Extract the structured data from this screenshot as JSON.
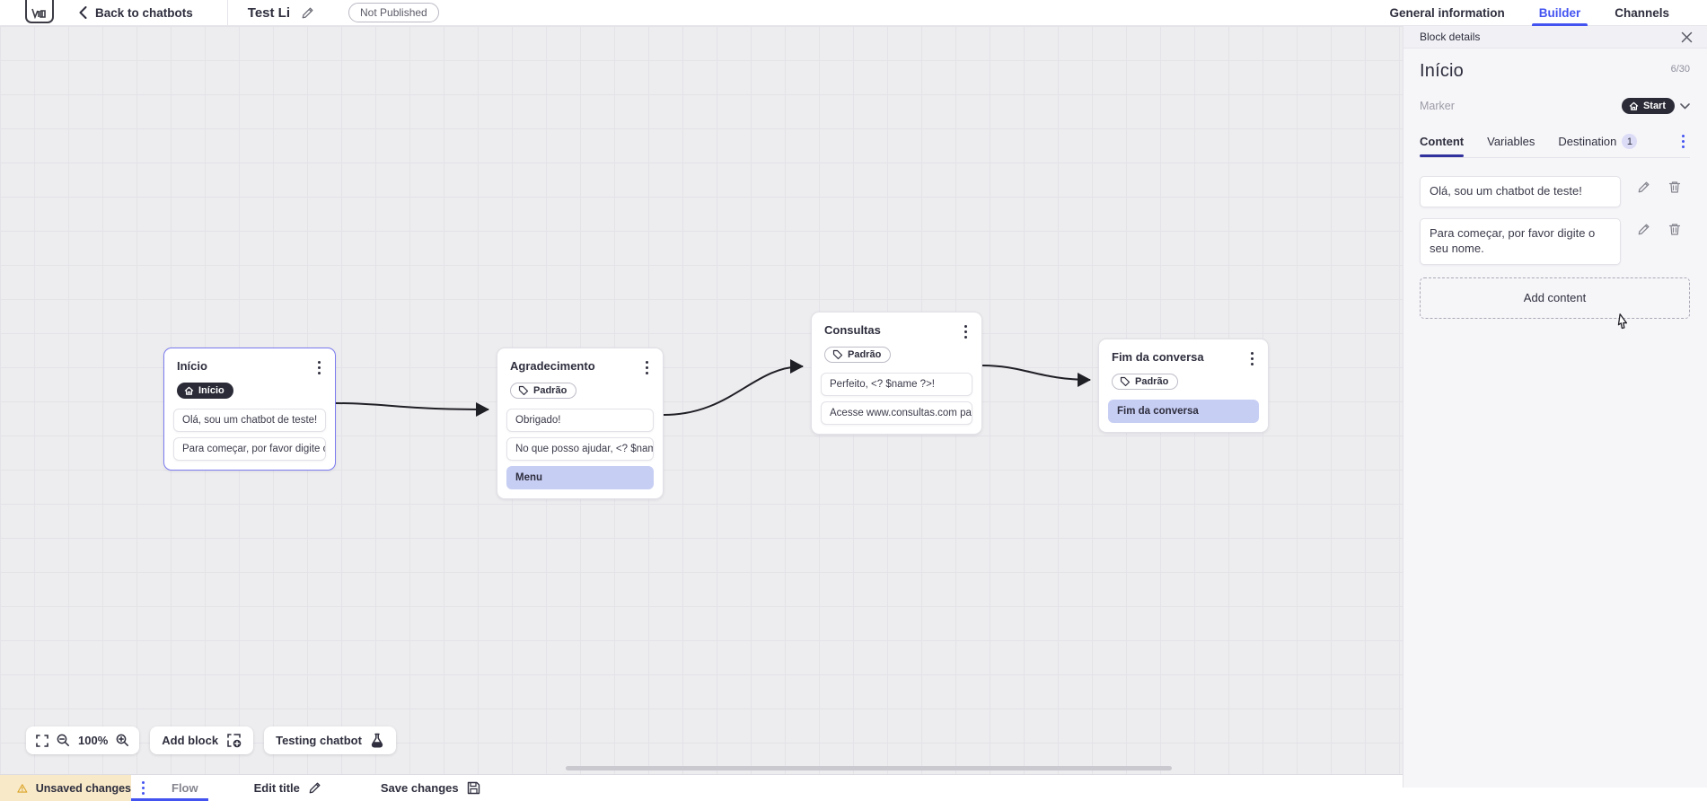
{
  "header": {
    "back_label": "Back to chatbots",
    "title": "Test Li",
    "status_badge": "Not Published",
    "tabs": [
      {
        "label": "General information",
        "active": false
      },
      {
        "label": "Builder",
        "active": true
      },
      {
        "label": "Channels",
        "active": false
      }
    ]
  },
  "canvas": {
    "zoom_level": "100%",
    "add_block_label": "Add block",
    "testing_label": "Testing chatbot",
    "nodes": [
      {
        "title": "Início",
        "badge": "Início",
        "badge_style": "start",
        "selected": true,
        "rows": [
          {
            "text": "Olá, sou um chatbot de teste!",
            "type": "message"
          },
          {
            "text": "Para começar, por favor digite o ...",
            "type": "message"
          }
        ]
      },
      {
        "title": "Agradecimento",
        "badge": "Padrão",
        "badge_style": "default",
        "selected": false,
        "rows": [
          {
            "text": "Obrigado!",
            "type": "message"
          },
          {
            "text": "No que posso ajudar, <? $name ...",
            "type": "message"
          },
          {
            "text": "Menu",
            "type": "button"
          }
        ]
      },
      {
        "title": "Consultas",
        "badge": "Padrão",
        "badge_style": "default",
        "selected": false,
        "rows": [
          {
            "text": "Perfeito, <? $name ?>!",
            "type": "message"
          },
          {
            "text": "Acesse www.consultas.com par...",
            "type": "message"
          }
        ]
      },
      {
        "title": "Fim da conversa",
        "badge": "Padrão",
        "badge_style": "default",
        "selected": false,
        "rows": [
          {
            "text": "Fim da conversa",
            "type": "button"
          }
        ]
      }
    ]
  },
  "panel": {
    "titlebar": "Block details",
    "block_name": "Início",
    "name_counter": "6/30",
    "marker_label": "Marker",
    "marker_value": "Start",
    "tabs": [
      {
        "label": "Content",
        "active": true
      },
      {
        "label": "Variables",
        "active": false
      },
      {
        "label": "Destination",
        "active": false,
        "badge": "1"
      }
    ],
    "contents": [
      "Olá, sou um chatbot de teste!",
      "Para começar, por favor digite o seu nome."
    ],
    "add_content_label": "Add content"
  },
  "footer": {
    "unsaved_label": "Unsaved changes",
    "flow_tab": "Flow",
    "edit_title_label": "Edit title",
    "save_label": "Save changes"
  },
  "icons": {
    "app_logo": "chatbot-app-logo",
    "back": "chevron-left",
    "edit": "pencil",
    "start_marker": "home",
    "default_marker": "tag",
    "node_menu": "kebab-vertical",
    "close": "x",
    "delete": "trash",
    "fullscreen": "expand-brackets",
    "zoom_out": "magnifier-minus",
    "zoom_in": "magnifier-plus",
    "add_block": "dashed-square-plus",
    "testing": "flask",
    "warning": "triangle-exclamation",
    "save": "floppy-disk",
    "pointer": "hand-cursor"
  },
  "colors": {
    "accent_blue": "#4353f0",
    "tab_underline": "#32329e",
    "dark_pill": "#2b2b38",
    "selected_border": "#7b7bf0",
    "button_row_bg": "#c7cef3",
    "unsaved_bg": "#f8e9c8",
    "warning_amber": "#dba428",
    "canvas_bg": "#ededef",
    "panel_bg": "#f6f6f9",
    "text_navy": "#2e2e3e",
    "text_gray": "#8f8f9c"
  }
}
